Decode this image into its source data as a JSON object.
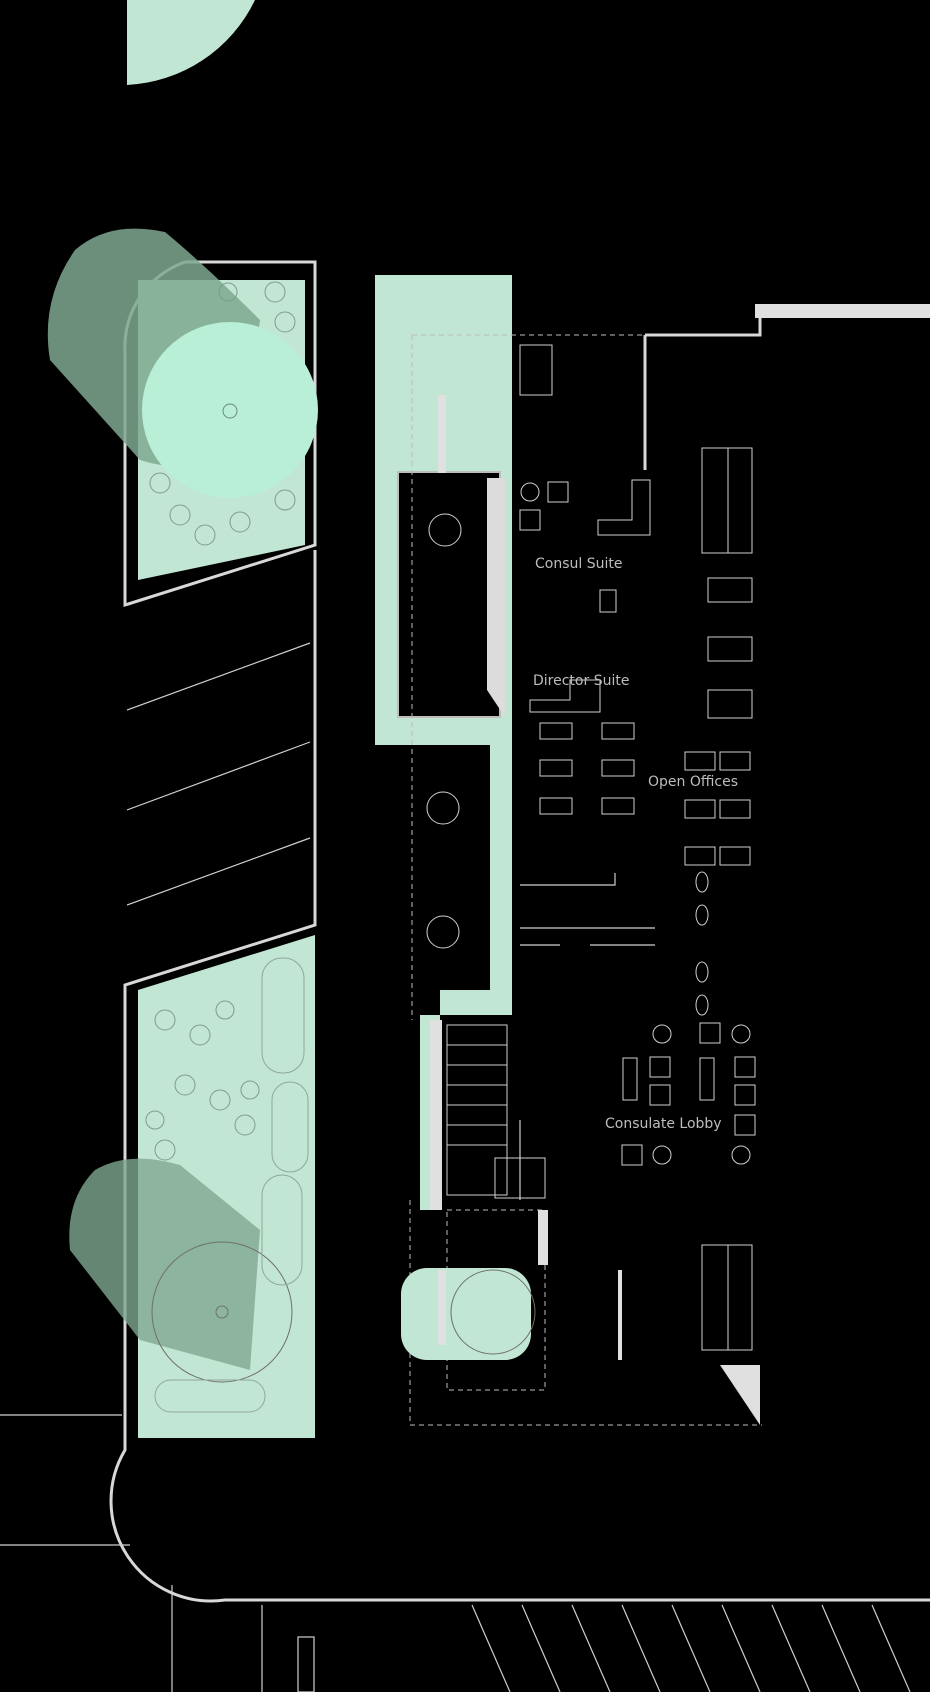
{
  "plan": {
    "labels": {
      "consul_suite": "Consul Suite",
      "director_suite": "Director Suite",
      "open_offices": "Open Offices",
      "consulate_lobby": "Consulate Lobby"
    },
    "colors": {
      "background": "#000000",
      "landscape": "#c2e6d4",
      "tree_canopy": "#b9efd7",
      "tree_shadow": "#7fa891",
      "linework": "#cfcfcf",
      "walls": "#e0e0e0"
    }
  }
}
